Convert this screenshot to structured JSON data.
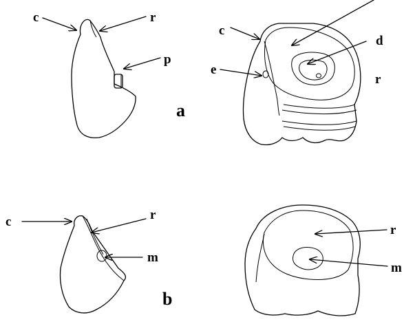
{
  "labels": {
    "c_a_left": "c",
    "r_a_left": "r",
    "p": "p",
    "panel_a": "a",
    "c_a_right": "c",
    "e": "e",
    "d": "d",
    "r_a_right": "r",
    "c_b_left": "c",
    "r_b_left": "r",
    "m_b_left": "m",
    "panel_b": "b",
    "r_b_right": "r",
    "m_b_right": "m"
  }
}
